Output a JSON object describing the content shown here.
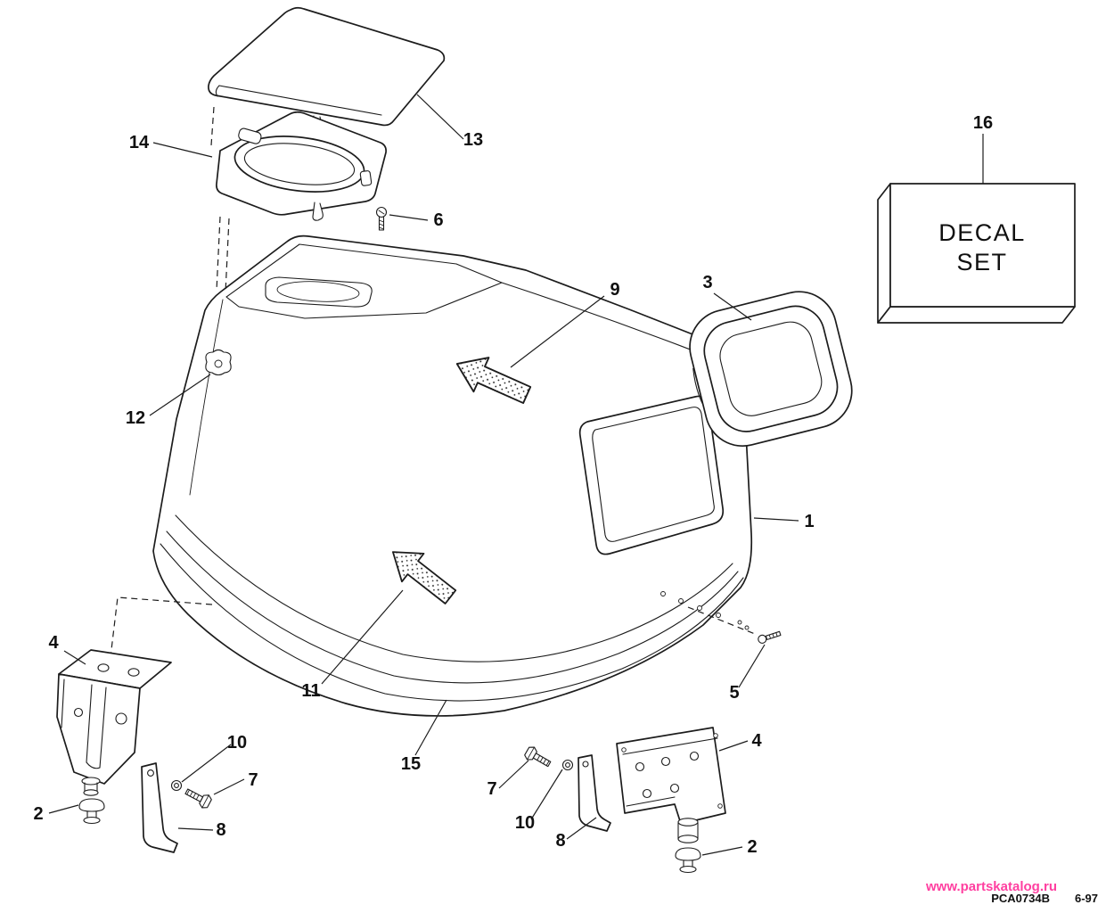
{
  "page": {
    "background": "#ffffff",
    "line_color": "#1c1c1c"
  },
  "decal_box": {
    "line1": "DECAL",
    "line2": "SET"
  },
  "footer": {
    "part_code": "PCA0734B",
    "revision": "6-97",
    "watermark": "www.partskatalog.ru",
    "watermark_color": "#ff3fa0"
  },
  "callouts": [
    {
      "id": "14",
      "label": "14"
    },
    {
      "id": "13",
      "label": "13"
    },
    {
      "id": "6",
      "label": "6"
    },
    {
      "id": "16",
      "label": "16"
    },
    {
      "id": "9",
      "label": "9"
    },
    {
      "id": "3",
      "label": "3"
    },
    {
      "id": "12",
      "label": "12"
    },
    {
      "id": "1",
      "label": "1"
    },
    {
      "id": "4-left",
      "label": "4"
    },
    {
      "id": "11",
      "label": "11"
    },
    {
      "id": "5",
      "label": "5"
    },
    {
      "id": "15",
      "label": "15"
    },
    {
      "id": "10-left",
      "label": "10"
    },
    {
      "id": "7-left",
      "label": "7"
    },
    {
      "id": "2-left",
      "label": "2"
    },
    {
      "id": "8-left",
      "label": "8"
    },
    {
      "id": "7-right",
      "label": "7"
    },
    {
      "id": "10-right",
      "label": "10"
    },
    {
      "id": "4-right",
      "label": "4"
    },
    {
      "id": "8-right",
      "label": "8"
    },
    {
      "id": "2-right",
      "label": "2"
    }
  ]
}
